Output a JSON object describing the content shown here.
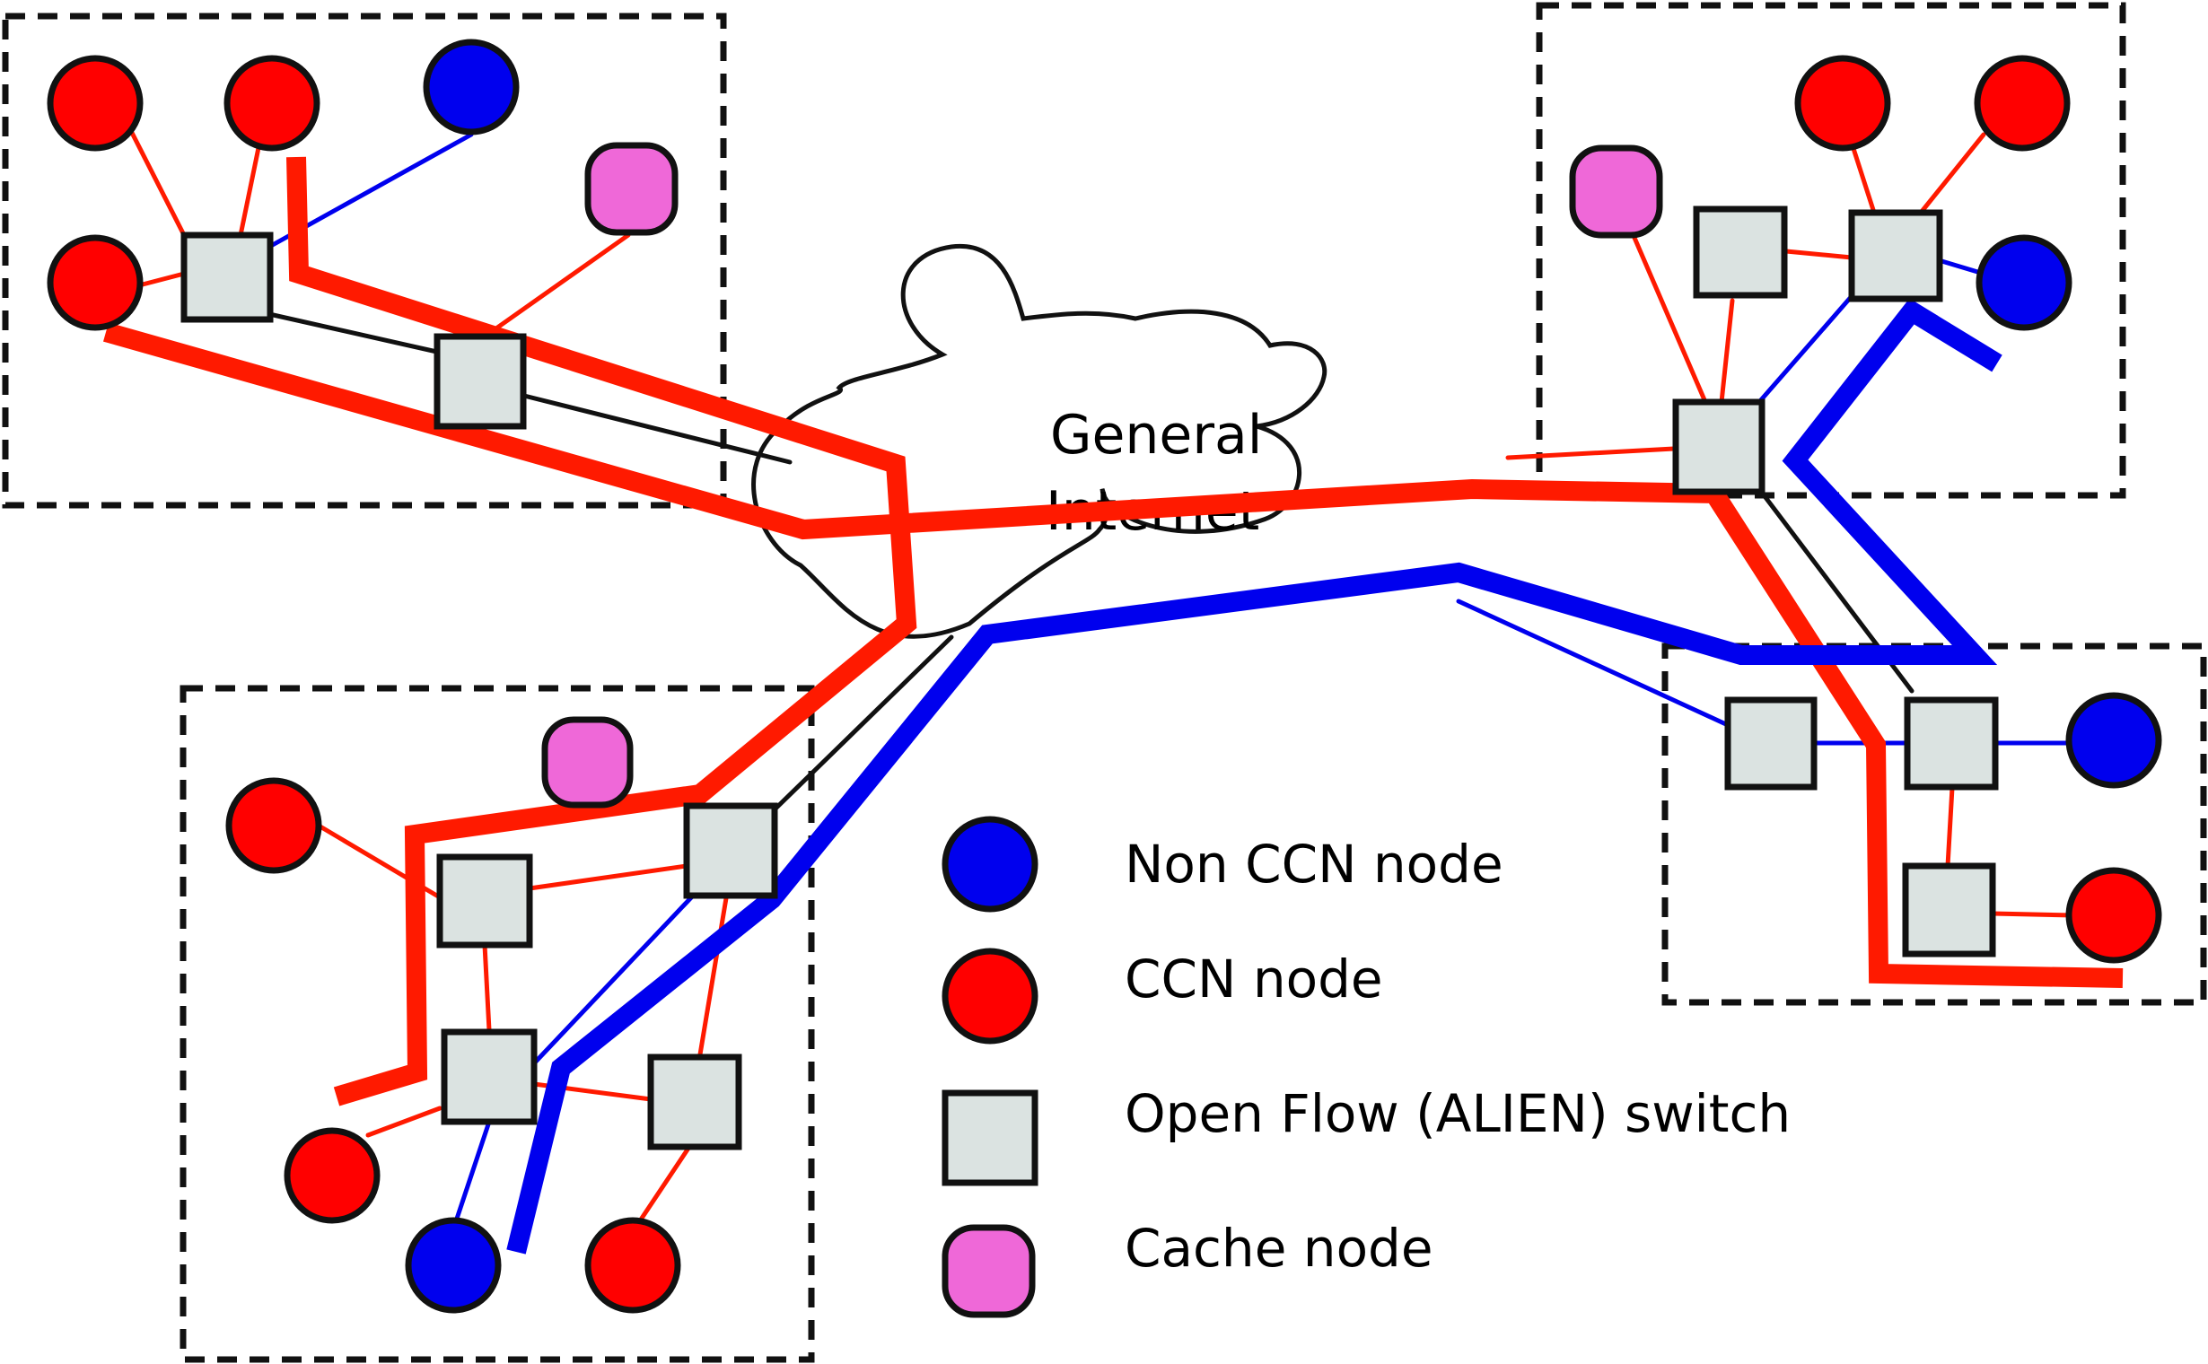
{
  "colors": {
    "ccn_node": "#ff0000",
    "non_ccn_node": "#0000ff",
    "switch_fill": "#dbe3e1",
    "cache_node": "#ef68d8",
    "node_stroke": "#111111",
    "box_border": "#111111"
  },
  "cloud": {
    "line1": "General",
    "line2": "Internet"
  },
  "legend": {
    "non_ccn": "Non CCN node",
    "ccn": "CCN node",
    "switch": "Open Flow (ALIEN) switch",
    "cache": "Cache node"
  },
  "icons": [
    "ccn-node-icon",
    "non-ccn-node-icon",
    "openflow-switch-icon",
    "cache-node-icon"
  ]
}
